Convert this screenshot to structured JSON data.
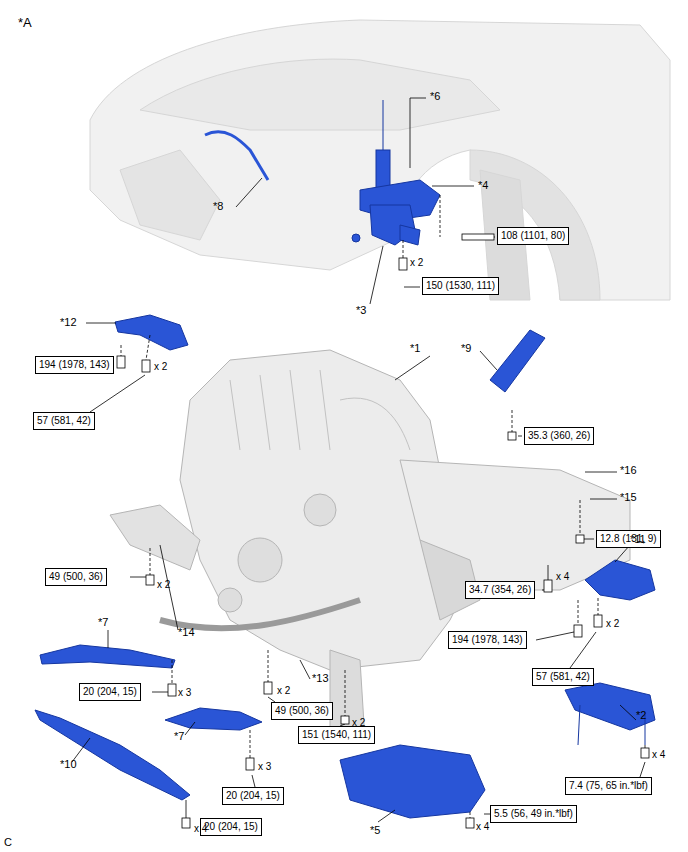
{
  "diagram": {
    "nodes": [
      {
        "text": [
          "108 (1101, 80)"
        ]
      },
      {
        "text": [
          "150 (1530, 111)"
        ]
      },
      {
        "text": [
          "194 (1978, 143)"
        ]
      },
      {
        "text": [
          "57 (581, 42)"
        ]
      },
      {
        "text": [
          "35.3 (360, 26)"
        ]
      },
      {
        "text": [
          "12.8 (131, 9)"
        ]
      },
      {
        "text": [
          "49 (500, 36)"
        ]
      },
      {
        "text": [
          "34.7 (354, 26)"
        ]
      },
      {
        "text": [
          "194 (1978, 143)"
        ]
      },
      {
        "text": [
          "57 (581, 42)"
        ]
      },
      {
        "text": [
          "20 (204, 15)"
        ]
      },
      {
        "text": [
          "49 (500, 36)"
        ]
      },
      {
        "text": [
          "151 (1540, 111)"
        ]
      },
      {
        "text": [
          "7.4 (75, 65 in.*lbf)"
        ]
      },
      {
        "text": [
          "20 (204, 15)"
        ]
      },
      {
        "text": [
          "5.5 (56, 49 in.*lbf)"
        ]
      },
      {
        "text": [
          "20 (204, 15)"
        ]
      }
    ],
    "labels": [
      "*A",
      "*6",
      "*4",
      "*8",
      "*3",
      "x 2",
      "*12",
      "x 2",
      "*1",
      "*9",
      "*16",
      "*15",
      "*11",
      "x 2",
      "x 4",
      "x 2",
      "*14",
      "*7",
      "*13",
      "x 2",
      "x 2",
      "x 3",
      "*7",
      "x 3",
      "*2",
      "x 4",
      "*10",
      "*5",
      "x 4",
      "x 4",
      "C"
    ]
  }
}
